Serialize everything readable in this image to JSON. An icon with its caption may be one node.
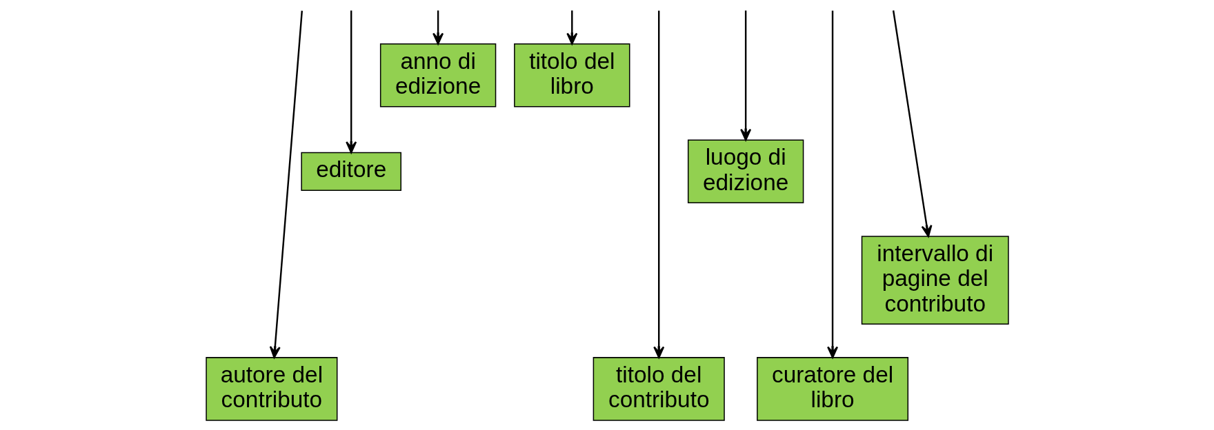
{
  "diagram": {
    "nodes": [
      {
        "text": [
          "anno di edizione"
        ]
      },
      {
        "text": [
          "titolo del libro"
        ]
      },
      {
        "text": [
          "luogo di edizione"
        ]
      },
      {
        "text": [
          "editore"
        ]
      },
      {
        "text": [
          "intervallo di pagine del contributo"
        ]
      },
      {
        "text": [
          "autore del contributo"
        ]
      },
      {
        "text": [
          "titolo del contributo"
        ]
      },
      {
        "text": [
          "curatore del libro"
        ]
      }
    ],
    "edges": [
      {
        "from": null,
        "to": 5,
        "arrow": "to"
      },
      {
        "from": null,
        "to": 3,
        "arrow": "to"
      },
      {
        "from": null,
        "to": 0,
        "arrow": "to"
      },
      {
        "from": null,
        "to": 1,
        "arrow": "to"
      },
      {
        "from": null,
        "to": 6,
        "arrow": "to"
      },
      {
        "from": null,
        "to": 2,
        "arrow": "to"
      },
      {
        "from": null,
        "to": 7,
        "arrow": "to"
      },
      {
        "from": null,
        "to": 4,
        "arrow": "to"
      }
    ]
  }
}
